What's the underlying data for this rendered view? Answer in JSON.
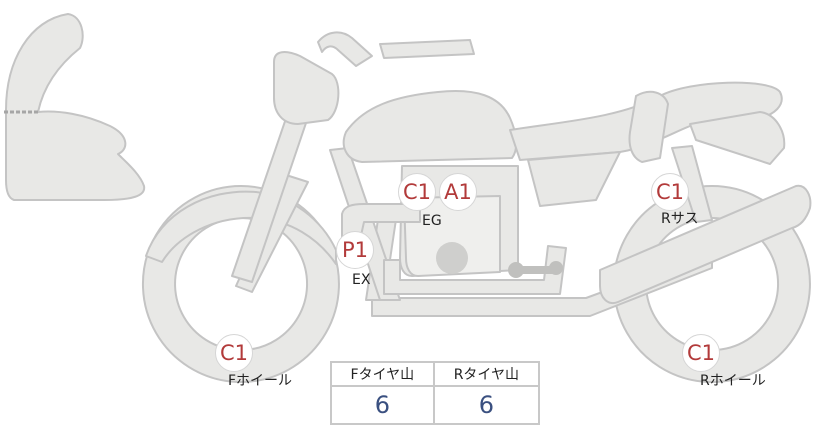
{
  "diagram": {
    "markers": [
      {
        "id": "front-wheel",
        "code": "C1",
        "label": "Fホイール"
      },
      {
        "id": "exhaust",
        "code": "P1",
        "label": "EX"
      },
      {
        "id": "engine-1",
        "code": "C1",
        "label": "EG"
      },
      {
        "id": "engine-2",
        "code": "A1",
        "label": ""
      },
      {
        "id": "rear-suspension",
        "code": "C1",
        "label": "Rサス"
      },
      {
        "id": "rear-wheel",
        "code": "C1",
        "label": "Rホイール"
      }
    ],
    "tire_tread": {
      "headers": [
        "Fタイヤ山",
        "Rタイヤ山"
      ],
      "values": [
        "6",
        "6"
      ]
    },
    "colors": {
      "part_fill": "#e8e8e6",
      "part_stroke": "#c4c4c4",
      "marker_text": "#b23a3a",
      "value_text": "#3a5080"
    }
  }
}
